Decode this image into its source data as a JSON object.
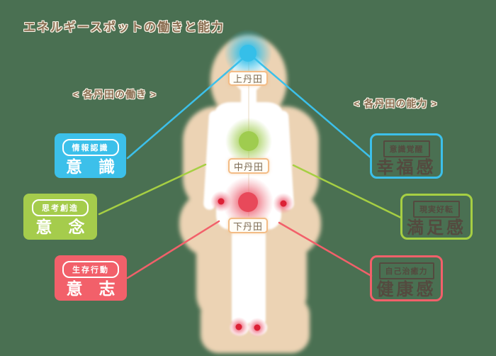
{
  "title": "エネルギースポットの働きと能力",
  "left_section": {
    "heading": "< 各丹田の働き >",
    "boxes": [
      {
        "badge": "情報認識",
        "label": "意　識"
      },
      {
        "badge": "思考創造",
        "label": "意　念"
      },
      {
        "badge": "生存行動",
        "label": "意　志"
      }
    ]
  },
  "right_section": {
    "heading": "< 各丹田の能力 >",
    "boxes": [
      {
        "badge": "意識覚醒",
        "label": "幸福感"
      },
      {
        "badge": "現実好転",
        "label": "満足感"
      },
      {
        "badge": "自己治癒力",
        "label": "健康感"
      }
    ]
  },
  "dantian_labels": [
    {
      "text": "上丹田"
    },
    {
      "text": "中丹田"
    },
    {
      "text": "下丹田"
    }
  ],
  "colors": {
    "background": "#4a7052",
    "aura": "#ecd3b4",
    "body": "#ffffff",
    "blue": "#3cc0ea",
    "green": "#a5cc4c",
    "red": "#f2606a",
    "center_dot_red": "#e8495a",
    "small_dot_red": "#dc2136",
    "headline_brown": "#8a6e52",
    "right_text_dark": "#544a3f",
    "label_border_orange": "#f3bc86"
  }
}
